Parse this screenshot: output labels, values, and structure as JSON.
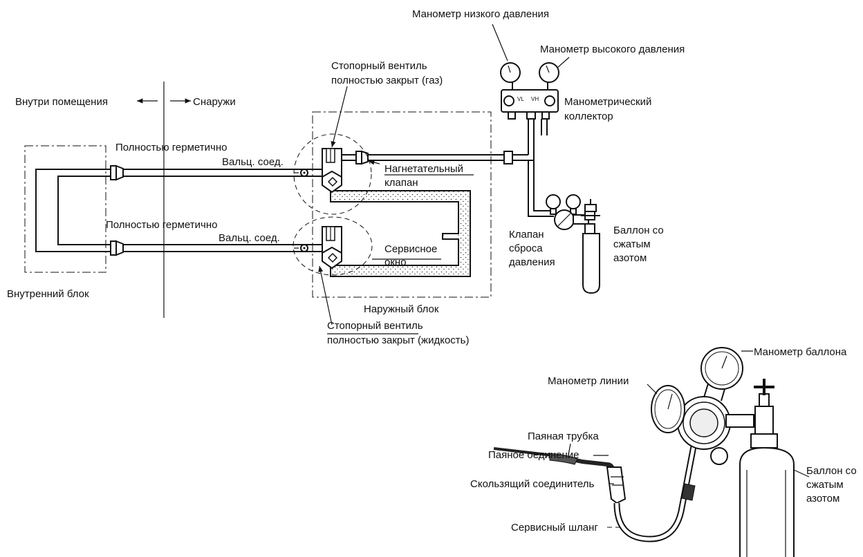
{
  "labels": {
    "low_gauge": "Манометр низкого давления",
    "high_gauge": "Манометр высокого давления",
    "valve_gas_1": "Стопорный вентиль",
    "valve_gas_2": "полностью закрыт (газ)",
    "inside": "Внутри помещения",
    "outside": "Снаружи",
    "manifold_1": "Манометрический",
    "manifold_2": "коллектор",
    "sealed_top": "Полностью герметично",
    "flare_top": "Вальц. соед.",
    "discharge_1": "Нагнетательный",
    "discharge_2": "клапан",
    "sealed_bottom": "Полностью герметично",
    "flare_bottom": "Вальц. соед.",
    "relief_1": "Клапан",
    "relief_2": "сброса",
    "relief_3": "давления",
    "cylinder_1": "Баллон со",
    "cylinder_2": "сжатым",
    "cylinder_3": "азотом",
    "service_1": "Сервисное",
    "service_2": "окно",
    "indoor_unit": "Внутренний блок",
    "outdoor_unit": "Наружный блок",
    "valve_liq_1": "Стопорный вентиль",
    "valve_liq_2": "полностью закрыт (жидкость)",
    "gauge_vl": "VL",
    "gauge_vh": "VH",
    "line_gauge": "Манометр линии",
    "cyl_gauge": "Манометр баллона",
    "brazing_pipe": "Паяная трубка",
    "brazed_joint": "Паяное оединение",
    "slip_joint": "Скользящий соединитель",
    "service_hose": "Сервисный шланг",
    "cylinder2_1": "Баллон со",
    "cylinder2_2": "сжатым",
    "cylinder2_3": "азотом"
  }
}
